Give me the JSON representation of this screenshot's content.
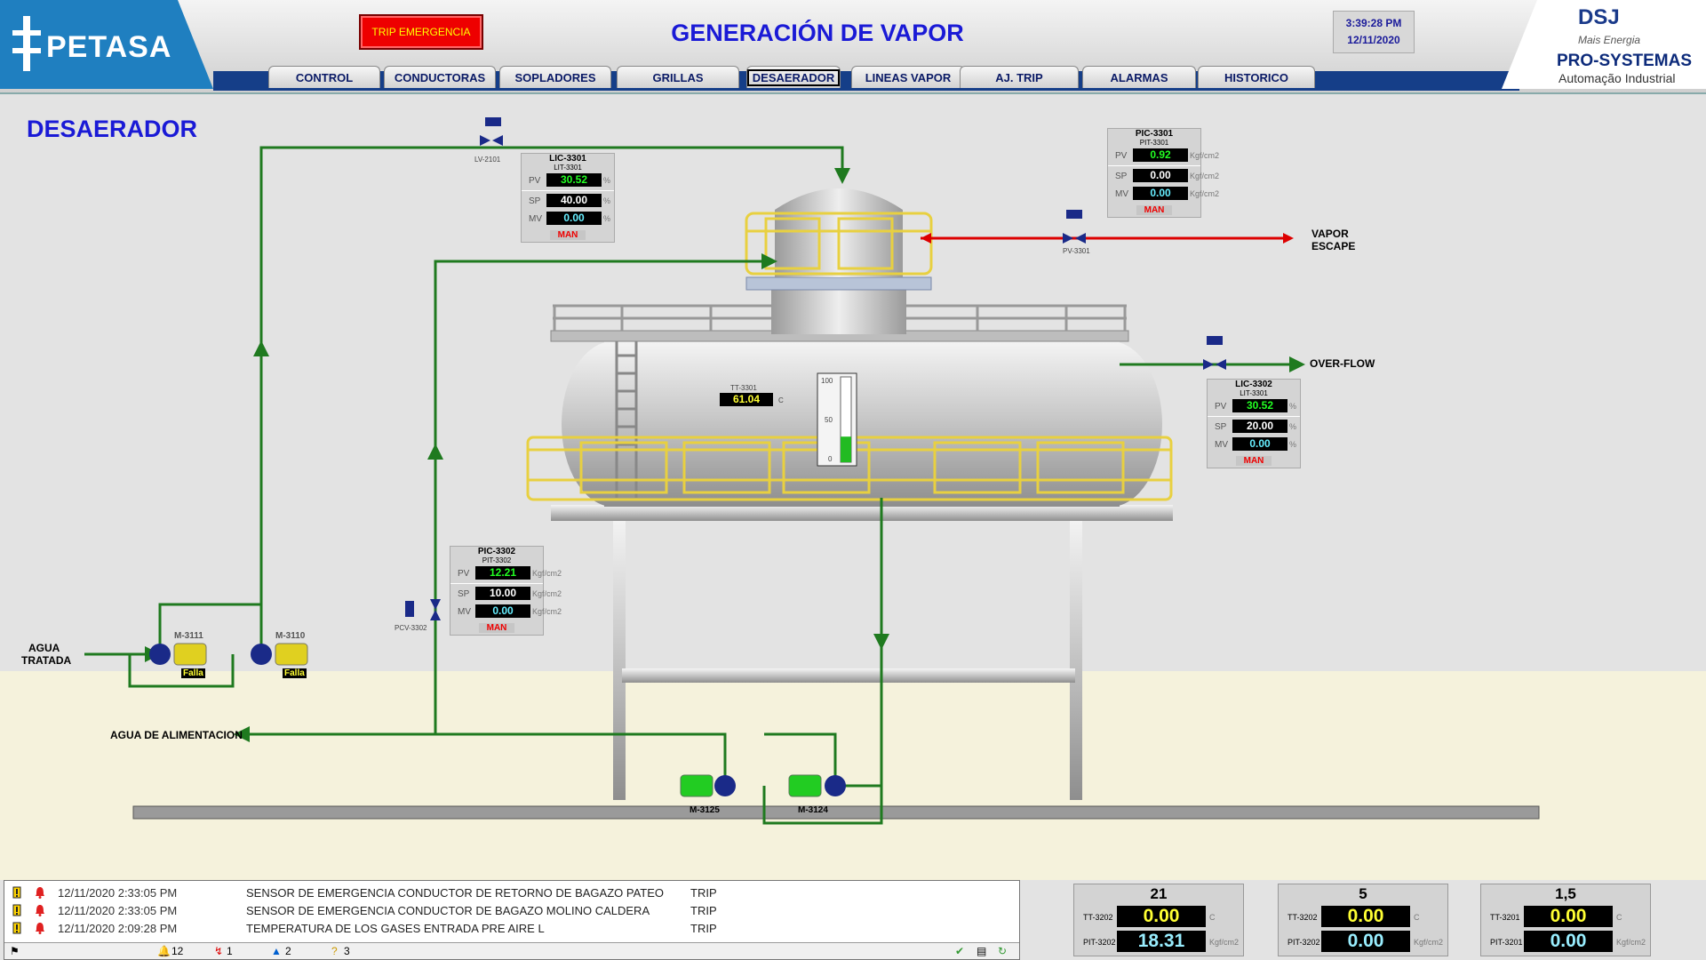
{
  "header": {
    "logo": "PETASA",
    "trip_button": "TRIP EMERGENCIA",
    "title": "GENERACIÓN DE VAPOR",
    "time": "3:39:28 PM",
    "date": "12/11/2020",
    "tabs": [
      "CONTROL",
      "CONDUCTORAS",
      "SOPLADORES",
      "GRILLAS",
      "DESAERADOR",
      "LINEAS VAPOR",
      "AJ. TRIP",
      "ALARMAS",
      "HISTORICO"
    ],
    "active_tab": "DESAERADOR",
    "brand_dsj": "DSJ",
    "brand_tagline": "Mais Energia",
    "brand_pro": "PRO-SYSTEMAS",
    "brand_sub": "Automação Industrial"
  },
  "screen_title": "DESAERADOR",
  "colors": {
    "pipe": "#1f7a1f",
    "steam": "#dd0000",
    "title": "#1a1ad6",
    "rail": "#e8d040"
  },
  "labels": {
    "agua_tratada_1": "AGUA",
    "agua_tratada_2": "TRATADA",
    "agua_alimentacion": "AGUA DE ALIMENTACION",
    "vapor_escape_1": "VAPOR",
    "vapor_escape_2": "ESCAPE",
    "over_flow": "OVER-FLOW"
  },
  "valves": {
    "lv": "LV-2101",
    "pv": "PV-3301",
    "pcv": "PCV-3302"
  },
  "pumps": {
    "m3111": {
      "name": "M-3111",
      "status": "Falla"
    },
    "m3110": {
      "name": "M-3110",
      "status": "Falla"
    },
    "m3125": {
      "name": "M-3125"
    },
    "m3124": {
      "name": "M-3124"
    }
  },
  "tank": {
    "tt_tag": "TT-3301",
    "temperature": "61.04",
    "temp_unit": "C",
    "gauge_ticks": [
      "100",
      "50",
      "0"
    ],
    "level_fraction": 0.3
  },
  "controllers": {
    "lic3301": {
      "title": "LIC-3301",
      "sub": "LIT-3301",
      "pv": "30.52",
      "sp": "40.00",
      "mv": "0.00",
      "unit": "%",
      "mode": "MAN"
    },
    "pic3301": {
      "title": "PIC-3301",
      "sub": "PIT-3301",
      "pv": "0.92",
      "sp": "0.00",
      "mv": "0.00",
      "unit": "Kgf/cm2",
      "mode": "MAN"
    },
    "lic3302": {
      "title": "LIC-3302",
      "sub": "LIT-3301",
      "pv": "30.52",
      "sp": "20.00",
      "mv": "0.00",
      "unit": "%",
      "mode": "MAN"
    },
    "pic3302": {
      "title": "PIC-3302",
      "sub": "PIT-3302",
      "pv": "12.21",
      "sp": "10.00",
      "mv": "0.00",
      "unit": "Kgf/cm2",
      "mode": "MAN"
    },
    "labels": {
      "pv": "PV",
      "sp": "SP",
      "mv": "MV"
    }
  },
  "alarms": [
    {
      "time": "12/11/2020 2:33:05 PM",
      "message": "SENSOR DE EMERGENCIA CONDUCTOR DE RETORNO DE BAGAZO PATEO",
      "status": "TRIP"
    },
    {
      "time": "12/11/2020 2:33:05 PM",
      "message": "SENSOR DE EMERGENCIA CONDUCTOR DE BAGAZO MOLINO CALDERA",
      "status": "TRIP"
    },
    {
      "time": "12/11/2020 2:09:28 PM",
      "message": "TEMPERATURA DE LOS GASES ENTRADA PRE AIRE L",
      "status": "TRIP"
    }
  ],
  "alarm_counts": {
    "active": "12",
    "ack": "1",
    "info": "2",
    "unknown": "3"
  },
  "meters": [
    {
      "title": "21",
      "t_tag": "TT-3202",
      "t_val": "0.00",
      "t_unit": "C",
      "p_tag": "PIT-3202",
      "p_val": "18.31",
      "p_unit": "Kgf/cm2"
    },
    {
      "title": "5",
      "t_tag": "TT-3202",
      "t_val": "0.00",
      "t_unit": "C",
      "p_tag": "PIT-3202",
      "p_val": "0.00",
      "p_unit": "Kgf/cm2"
    },
    {
      "title": "1,5",
      "t_tag": "TT-3201",
      "t_val": "0.00",
      "t_unit": "C",
      "p_tag": "PIT-3201",
      "p_val": "0.00",
      "p_unit": "Kgf/cm2"
    }
  ]
}
